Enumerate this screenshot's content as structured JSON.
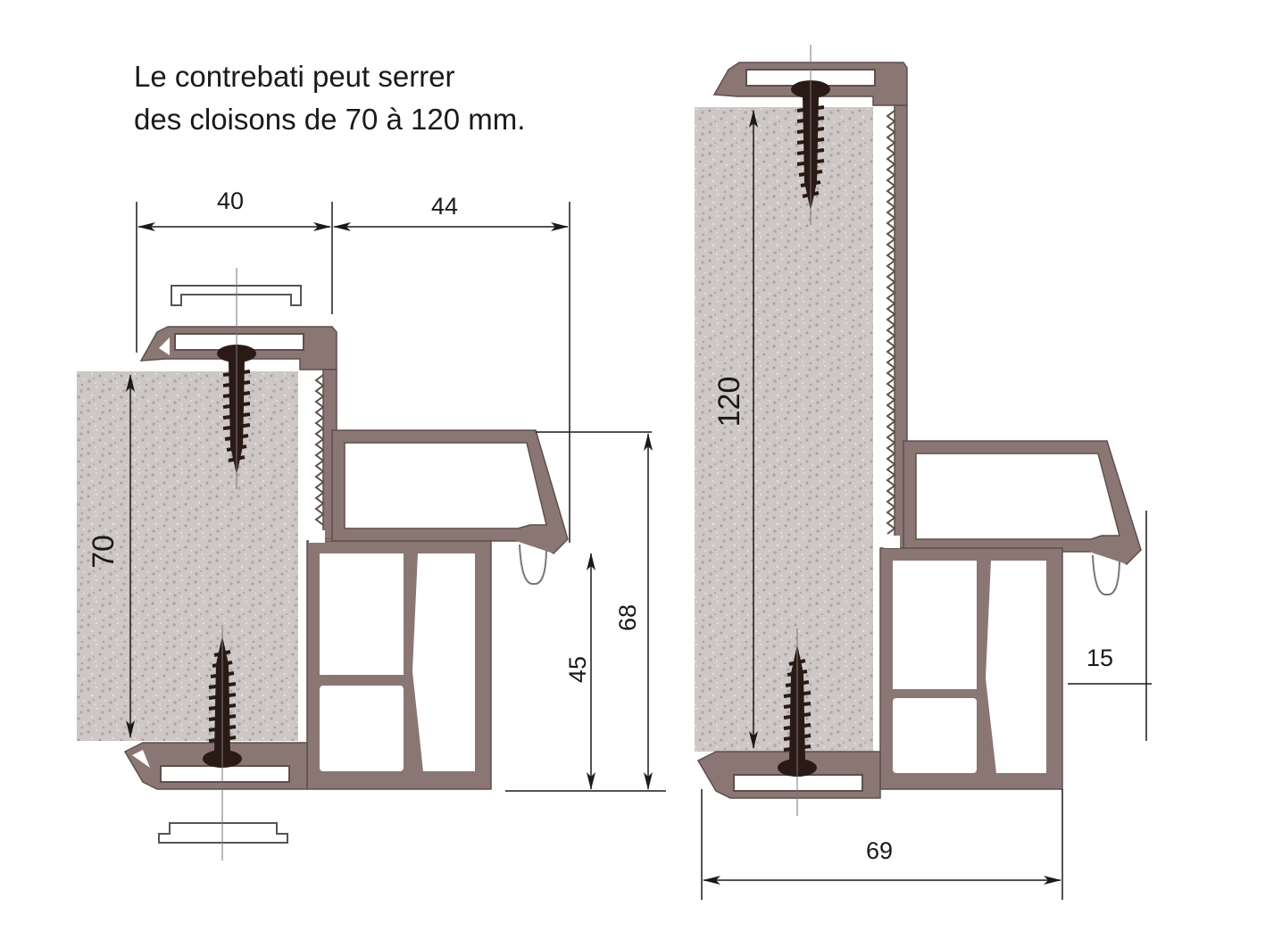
{
  "caption": {
    "line1": "Le contrebati peut serrer",
    "line2": "des cloisons de 70 à 120 mm."
  },
  "dimensions": {
    "left_top_width": "40",
    "left_top_gap": "44",
    "left_wall": "70",
    "left_frame_height": "68",
    "left_frame_lower": "45",
    "right_wall": "120",
    "right_offset": "15",
    "right_bottom_width": "69"
  },
  "colors": {
    "profile": "#8a7774",
    "profile_fill": "#ffffff",
    "wall": "#cfc9c7",
    "screw": "#2a1a15",
    "line": "#1a1a1a"
  }
}
